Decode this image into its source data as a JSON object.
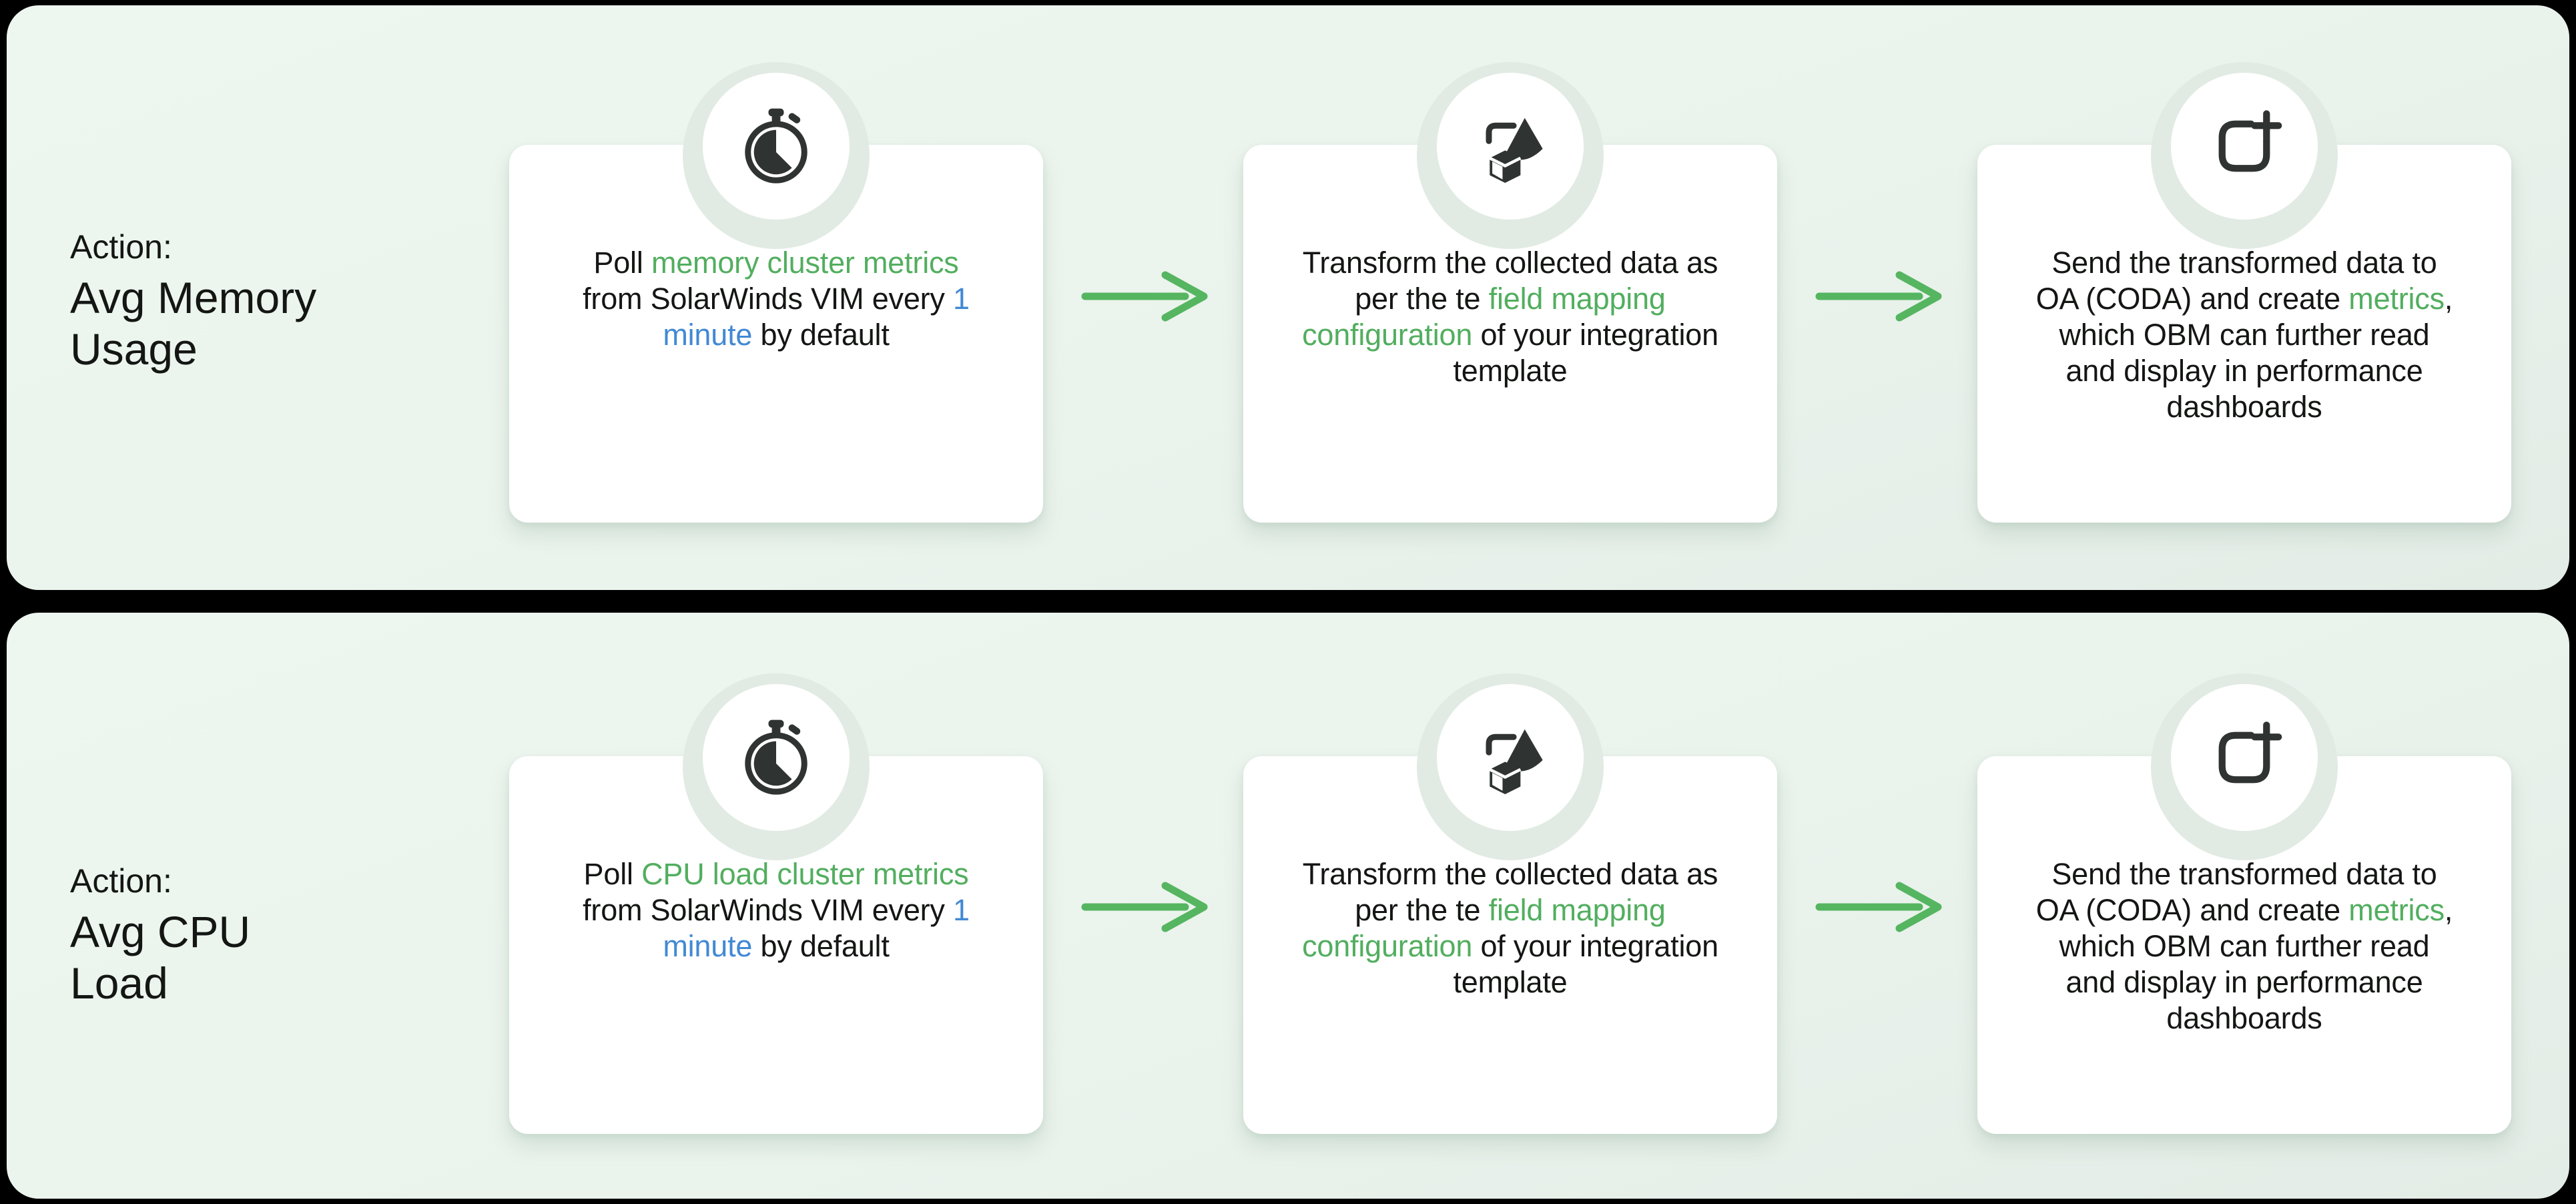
{
  "palette": {
    "background": "#000000",
    "panel": "#ebf4ed",
    "card": "#ffffff",
    "icon_ring": "#e1ebe3",
    "icon_ink": "#2f3331",
    "text": "#141614",
    "green": "#52ae5f",
    "blue": "#4289d4",
    "arrow": "#55b560"
  },
  "rows": [
    {
      "action_label": "Action:",
      "action_name": "Avg Memory Usage",
      "steps": [
        {
          "icon": "stopwatch-icon",
          "parts": [
            {
              "text": "Poll ",
              "color": "default"
            },
            {
              "text": "memory cluster metrics",
              "color": "green"
            },
            {
              "text": " from SolarWinds VIM every ",
              "color": "default"
            },
            {
              "text": "1 minute",
              "color": "blue"
            },
            {
              "text": " by default",
              "color": "default"
            }
          ]
        },
        {
          "icon": "transform-shapes-icon",
          "parts": [
            {
              "text": "Transform the collected data as per the te ",
              "color": "default"
            },
            {
              "text": "field mapping configuration",
              "color": "green"
            },
            {
              "text": " of your integration template",
              "color": "default"
            }
          ]
        },
        {
          "icon": "create-plus-icon",
          "parts": [
            {
              "text": "Send the transformed data to OA (CODA) and create ",
              "color": "default"
            },
            {
              "text": "metrics",
              "color": "green"
            },
            {
              "text": ", which OBM can further read and display in performance dashboards",
              "color": "default"
            }
          ]
        }
      ]
    },
    {
      "action_label": "Action:",
      "action_name": "Avg CPU Load",
      "steps": [
        {
          "icon": "stopwatch-icon",
          "parts": [
            {
              "text": "Poll ",
              "color": "default"
            },
            {
              "text": "CPU load cluster metrics",
              "color": "green"
            },
            {
              "text": " from SolarWinds VIM every ",
              "color": "default"
            },
            {
              "text": "1 minute",
              "color": "blue"
            },
            {
              "text": " by default",
              "color": "default"
            }
          ]
        },
        {
          "icon": "transform-shapes-icon",
          "parts": [
            {
              "text": "Transform the collected data as per the te ",
              "color": "default"
            },
            {
              "text": "field mapping configuration",
              "color": "green"
            },
            {
              "text": " of your integration template",
              "color": "default"
            }
          ]
        },
        {
          "icon": "create-plus-icon",
          "parts": [
            {
              "text": "Send the transformed data to OA (CODA) and create ",
              "color": "default"
            },
            {
              "text": "metrics",
              "color": "green"
            },
            {
              "text": ", which OBM can further read and display in performance dashboards",
              "color": "default"
            }
          ]
        }
      ]
    }
  ]
}
